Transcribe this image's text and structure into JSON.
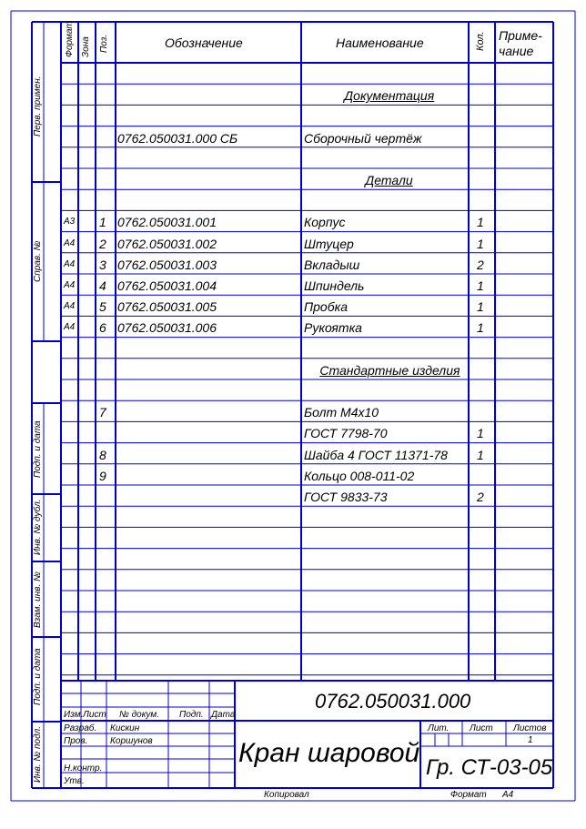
{
  "colors": {
    "frame": "#0000cc",
    "text": "#000000",
    "background": "#ffffff"
  },
  "header": {
    "format": "Формат",
    "zone": "Зона",
    "pos": "Поз.",
    "designation": "Обозначение",
    "name": "Наименование",
    "qty": "Кол.",
    "note_line1": "Приме-",
    "note_line2": "чание"
  },
  "rows": [
    {
      "fmt": "",
      "pos": "",
      "designation": "",
      "name": "",
      "qty": "",
      "underline": false
    },
    {
      "fmt": "",
      "pos": "",
      "designation": "",
      "name": "Документация",
      "qty": "",
      "underline": true
    },
    {
      "fmt": "",
      "pos": "",
      "designation": "",
      "name": "",
      "qty": "",
      "underline": false
    },
    {
      "fmt": "",
      "pos": "",
      "designation": "0762.050031.000 СБ",
      "name": "Сборочный чертёж",
      "qty": "",
      "underline": false
    },
    {
      "fmt": "",
      "pos": "",
      "designation": "",
      "name": "",
      "qty": "",
      "underline": false
    },
    {
      "fmt": "",
      "pos": "",
      "designation": "",
      "name": "Детали",
      "qty": "",
      "underline": true
    },
    {
      "fmt": "",
      "pos": "",
      "designation": "",
      "name": "",
      "qty": "",
      "underline": false
    },
    {
      "fmt": "А3",
      "pos": "1",
      "designation": "0762.050031.001",
      "name": "Корпус",
      "qty": "1",
      "underline": false
    },
    {
      "fmt": "А4",
      "pos": "2",
      "designation": "0762.050031.002",
      "name": "Штуцер",
      "qty": "1",
      "underline": false
    },
    {
      "fmt": "А4",
      "pos": "3",
      "designation": "0762.050031.003",
      "name": "Вкладыш",
      "qty": "2",
      "underline": false
    },
    {
      "fmt": "А4",
      "pos": "4",
      "designation": "0762.050031.004",
      "name": "Шпиндель",
      "qty": "1",
      "underline": false
    },
    {
      "fmt": "А4",
      "pos": "5",
      "designation": "0762.050031.005",
      "name": "Пробка",
      "qty": "1",
      "underline": false
    },
    {
      "fmt": "А4",
      "pos": "6",
      "designation": "0762.050031.006",
      "name": "Рукоятка",
      "qty": "1",
      "underline": false
    },
    {
      "fmt": "",
      "pos": "",
      "designation": "",
      "name": "",
      "qty": "",
      "underline": false
    },
    {
      "fmt": "",
      "pos": "",
      "designation": "",
      "name": "Стандартные изделия",
      "qty": "",
      "underline": true
    },
    {
      "fmt": "",
      "pos": "",
      "designation": "",
      "name": "",
      "qty": "",
      "underline": false
    },
    {
      "fmt": "",
      "pos": "7",
      "designation": "",
      "name": "Болт М4х10",
      "qty": "",
      "underline": false
    },
    {
      "fmt": "",
      "pos": "",
      "designation": "",
      "name": "ГОСТ 7798-70",
      "qty": "1",
      "underline": false
    },
    {
      "fmt": "",
      "pos": "8",
      "designation": "",
      "name": "Шайба 4 ГОСТ 11371-78",
      "qty": "1",
      "underline": false
    },
    {
      "fmt": "",
      "pos": "9",
      "designation": "",
      "name": "Кольцо 008-011-02",
      "qty": "",
      "underline": false
    },
    {
      "fmt": "",
      "pos": "",
      "designation": "",
      "name": "ГОСТ 9833-73",
      "qty": "2",
      "underline": false
    },
    {
      "fmt": "",
      "pos": "",
      "designation": "",
      "name": "",
      "qty": "",
      "underline": false
    },
    {
      "fmt": "",
      "pos": "",
      "designation": "",
      "name": "",
      "qty": "",
      "underline": false
    },
    {
      "fmt": "",
      "pos": "",
      "designation": "",
      "name": "",
      "qty": "",
      "underline": false
    },
    {
      "fmt": "",
      "pos": "",
      "designation": "",
      "name": "",
      "qty": "",
      "underline": false
    },
    {
      "fmt": "",
      "pos": "",
      "designation": "",
      "name": "",
      "qty": "",
      "underline": false
    },
    {
      "fmt": "",
      "pos": "",
      "designation": "",
      "name": "",
      "qty": "",
      "underline": false
    },
    {
      "fmt": "",
      "pos": "",
      "designation": "",
      "name": "",
      "qty": "",
      "underline": false
    },
    {
      "fmt": "",
      "pos": "",
      "designation": "",
      "name": "",
      "qty": "",
      "underline": false
    }
  ],
  "side": {
    "perv_primen": "Перв. примен.",
    "sprav_no": "Справ. №",
    "podp_data_1": "Подп. и дата",
    "inv_dubl": "Инв. № дубл.",
    "vzam_inv": "Взам. инв. №",
    "podp_data_2": "Подп. и дата",
    "inv_podl": "Инв. № подл."
  },
  "title_block": {
    "doc_code": "0762.050031.000",
    "title": "Кран шаровой",
    "group": "Гр. СТ-03-05",
    "col_izm": "Изм.",
    "col_list": "Лист",
    "col_docnum": "№ докум.",
    "col_podp": "Подп.",
    "col_data": "Дата",
    "razrab_label": "Разраб.",
    "razrab_name": "Кискин",
    "prov_label": "Пров.",
    "prov_name": "Коршунов",
    "nkontr_label": "Н.контр.",
    "utv_label": "Утв.",
    "lit": "Лит.",
    "sheet": "Лист",
    "sheets": "Листов",
    "sheets_value": "1"
  },
  "footer": {
    "copied": "Копировал",
    "format_label": "Формат",
    "format_value": "А4"
  }
}
